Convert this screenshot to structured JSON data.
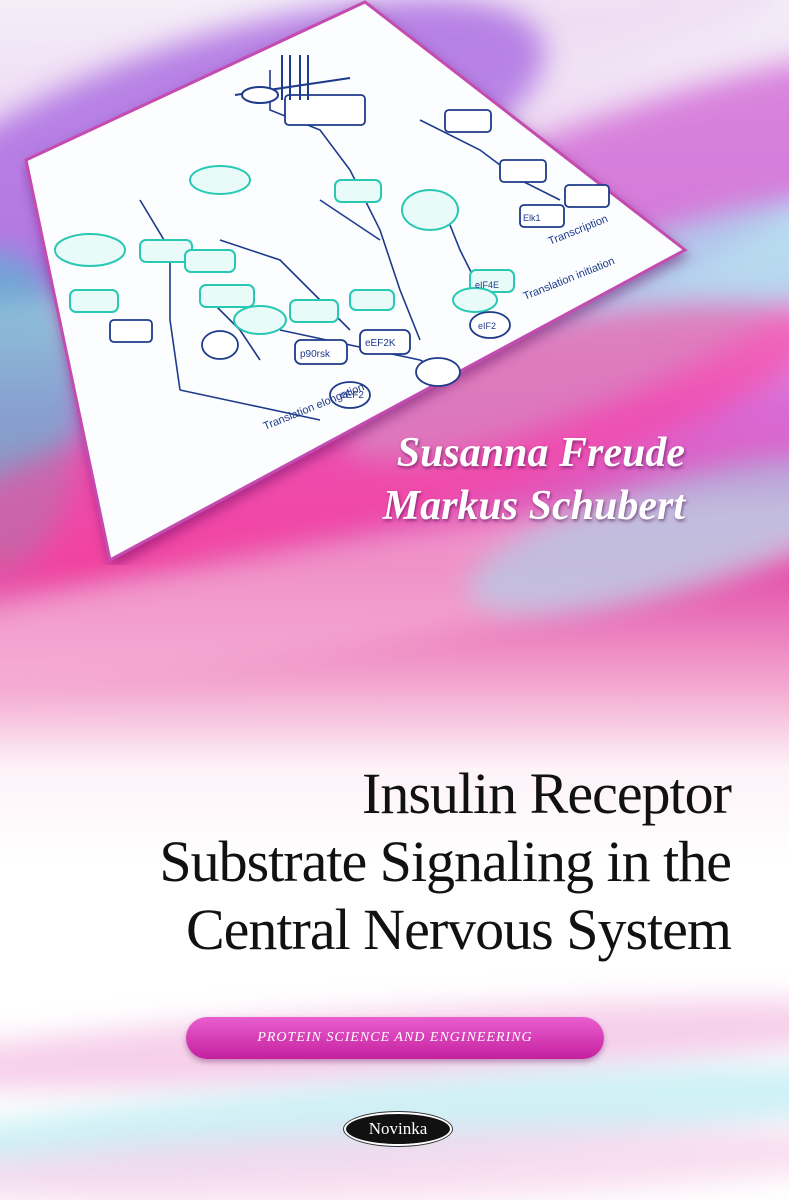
{
  "colors": {
    "title_text": "#111111",
    "author_text": "#ffffff",
    "banner_pink": "#d235b6",
    "diagram_teal": "#28c8b4",
    "diagram_blue": "#1e3a8a",
    "diagram_border": "#c44bb0"
  },
  "diagram": {
    "labels": [
      "Transcription",
      "Translation initiation",
      "Translation elongation",
      "eEF2",
      "p90rsk",
      "eEF2K",
      "eIF4E",
      "eIF2",
      "Elk1"
    ]
  },
  "cover": {
    "authors": [
      "Susanna Freude",
      "Markus Schubert"
    ],
    "title_lines": [
      "Insulin Receptor",
      "Substrate Signaling in the",
      "Central Nervous System"
    ],
    "series": "PROTEIN SCIENCE AND ENGINEERING",
    "publisher": "Novinka"
  }
}
